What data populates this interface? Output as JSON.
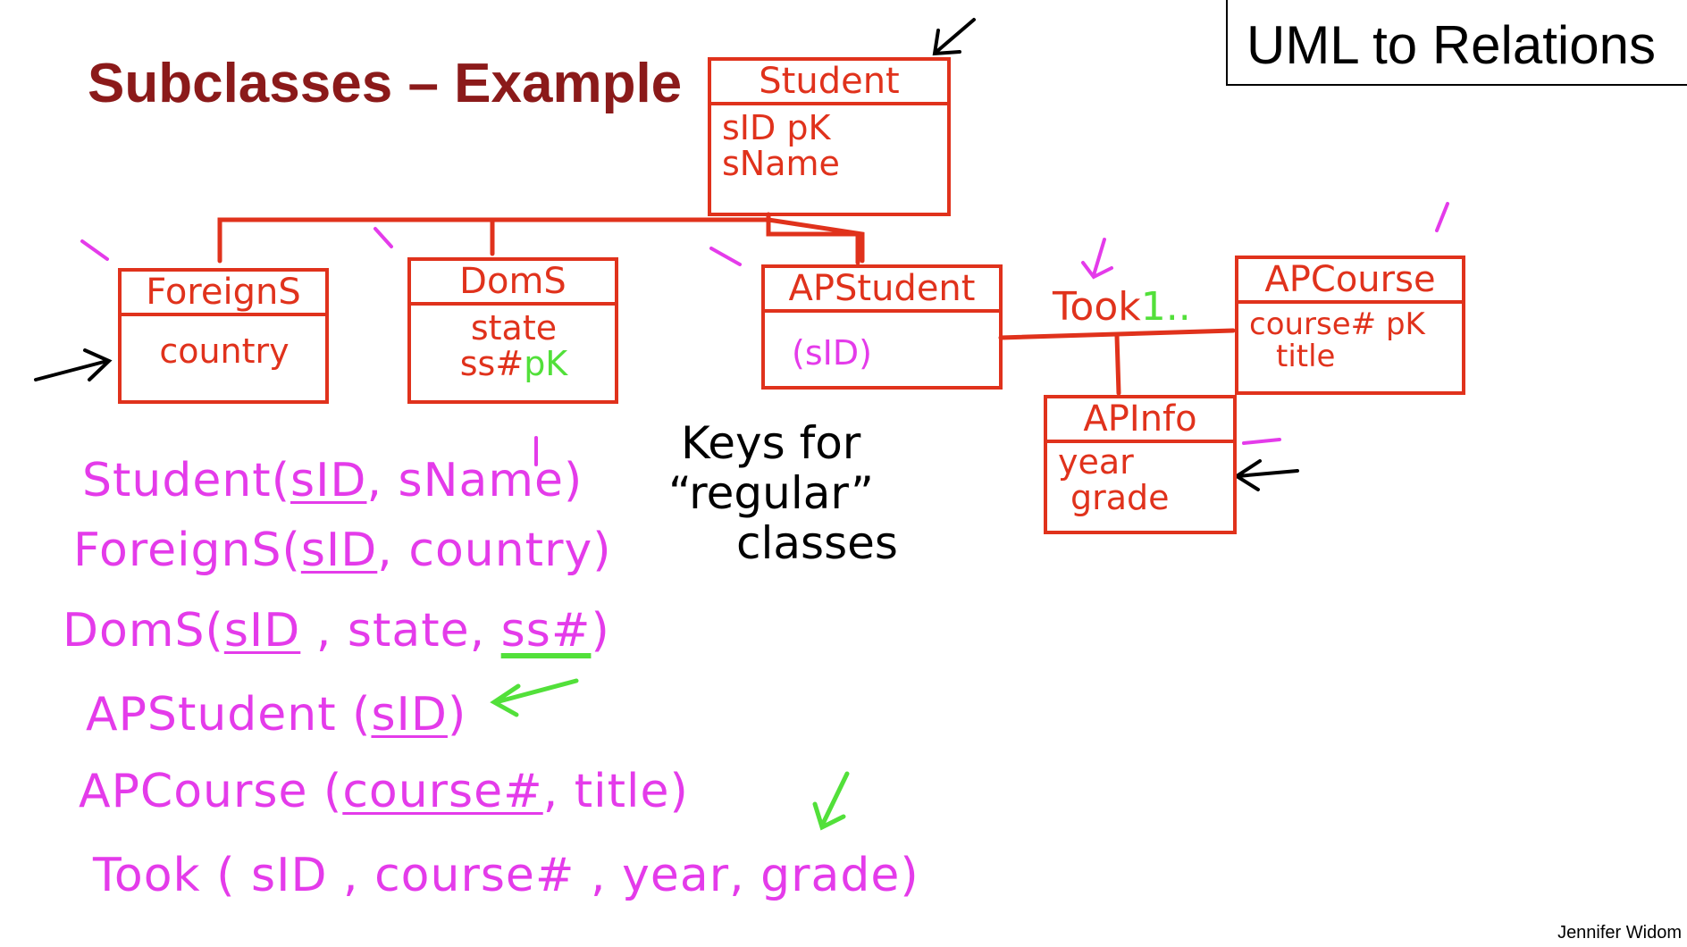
{
  "slide": {
    "title": "Subclasses – Example",
    "topic": "UML to Relations",
    "author": "Jennifer Widom"
  },
  "uml": {
    "student": {
      "name": "Student",
      "attrs": [
        "sID pK",
        "sName"
      ]
    },
    "foreign": {
      "name": "ForeignS",
      "attrs": [
        "country"
      ]
    },
    "domestic": {
      "name": "DomS",
      "attrs": [
        "state"
      ],
      "ss": "ss#",
      "pk": "pK"
    },
    "apstudent": {
      "name": "APStudent",
      "attrs": [
        "(sID)"
      ]
    },
    "apcourse": {
      "name": "APCourse",
      "attrs": [
        "course# pK",
        "title"
      ]
    },
    "apinfo": {
      "name": "APInfo",
      "attrs": [
        "year",
        "grade"
      ]
    },
    "took": {
      "label": "Took",
      "multiplicity": "1.."
    }
  },
  "relations": [
    {
      "name": "Student",
      "key": "sID",
      "rest": ", sName"
    },
    {
      "name": "ForeignS",
      "key": "sID",
      "rest": ", country"
    },
    {
      "name": "DomS",
      "key": "sID",
      "rest": " , state,",
      "key2": "ss#"
    },
    {
      "name": "APStudent",
      "key": "sID",
      "rest": ""
    },
    {
      "name": "APCourse",
      "key": "course#",
      "rest": ", title"
    },
    {
      "name": "Took",
      "key": "",
      "rest": "sID , course# , year, grade"
    }
  ],
  "note": {
    "line1": "Keys for",
    "line2": "“regular”",
    "line3": "classes"
  },
  "colors": {
    "title": "#8b1a1a",
    "uml_red": "#e0321c",
    "ink_magenta": "#e43bea",
    "ink_green": "#52e03a",
    "ink_black": "#000000"
  }
}
